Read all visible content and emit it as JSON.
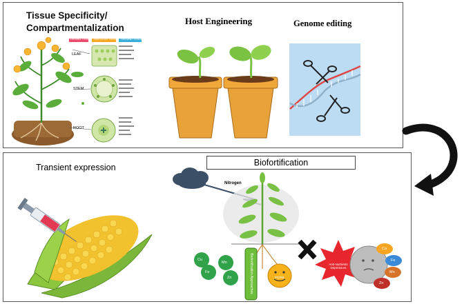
{
  "top": {
    "tissue_title_line1": "Tissue Specificity/",
    "tissue_title_line2": "Compartmentalization",
    "host_title": "Host Engineering",
    "genome_title": "Genome editing",
    "plant_labels": [
      "LEAF",
      "STEM",
      "ROOT"
    ],
    "legend_headers": [
      "DERMAL TISSUE",
      "VASCULAR TISSUE",
      "GROUND TISSUE"
    ]
  },
  "bottom": {
    "transient_title": "Transient expression",
    "biofort_title": "Biofortification",
    "nitrogen_label": "Nitrogen",
    "approaches_label": "Biofortification Approaches",
    "pgpm_label": "PGPM",
    "antinutrients_label": "Anti-Nutrients Depressors",
    "green_nutrients": [
      "Cu",
      "Mn",
      "Fe",
      "Zn"
    ],
    "right_nutrients": [
      "Ca",
      "Fe",
      "Mn",
      "Zn"
    ]
  },
  "colors": {
    "pot": "#e8a23a",
    "seedling": "#7cc242",
    "corn": "#f2c12e",
    "husk": "#8cc63f",
    "antinutrient": "#e8262e",
    "pgpm": "#f5b21b"
  }
}
